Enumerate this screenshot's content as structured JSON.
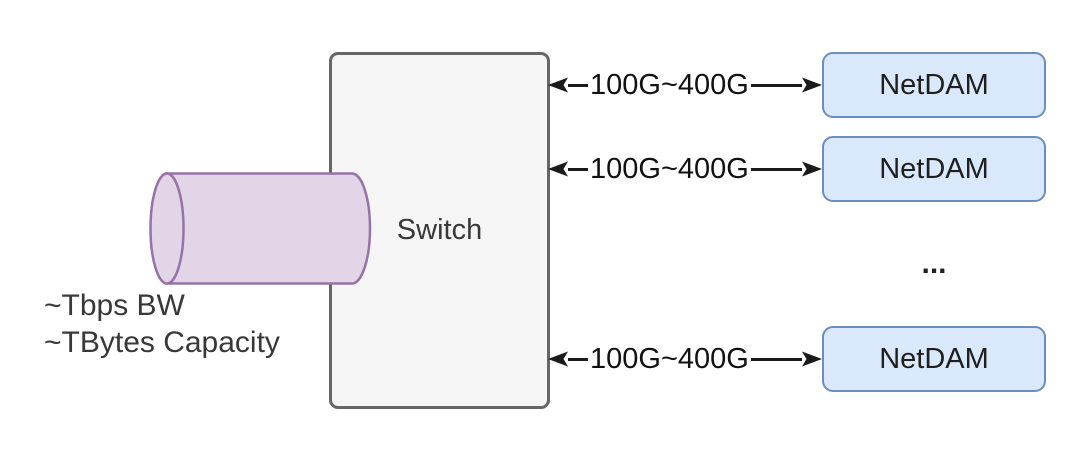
{
  "diagram": {
    "switch": {
      "label": "Switch"
    },
    "memory_pool": {
      "shape": "cylinder-icon",
      "note_line1": "~Tbps BW",
      "note_line2": "~TBytes Capacity"
    },
    "links": [
      {
        "label": "100G~400G"
      },
      {
        "label": "100G~400G"
      },
      {
        "label": "100G~400G"
      }
    ],
    "nodes": [
      {
        "label": "NetDAM"
      },
      {
        "label": "NetDAM"
      },
      {
        "label": "NetDAM"
      }
    ],
    "ellipsis": "...",
    "colors": {
      "switch_fill": "#f5f5f5",
      "switch_border": "#666666",
      "node_fill": "#dae8fc",
      "node_border": "#6c8ebf",
      "cylinder_fill": "#e1d5e7",
      "cylinder_border": "#9673a6",
      "arrow": "#1a1a1a",
      "text": "#383838"
    }
  }
}
